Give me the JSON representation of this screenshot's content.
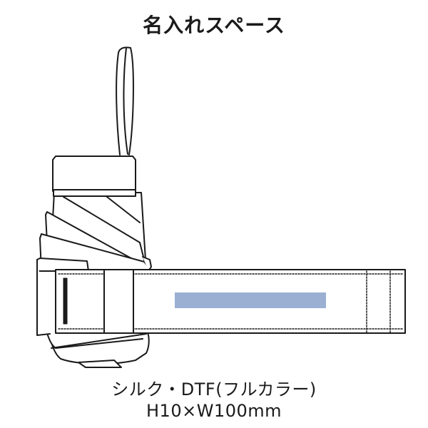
{
  "title": "名入れスペース",
  "caption": {
    "method": "シルク・DTF(フルカラー)",
    "size": "H10×W100mm"
  },
  "print_area": {
    "label": "print-area",
    "color": "#9aafd2",
    "height_mm": 10,
    "width_mm": 100
  },
  "colors": {
    "outline": "#1a1a1a",
    "background": "#ffffff"
  }
}
